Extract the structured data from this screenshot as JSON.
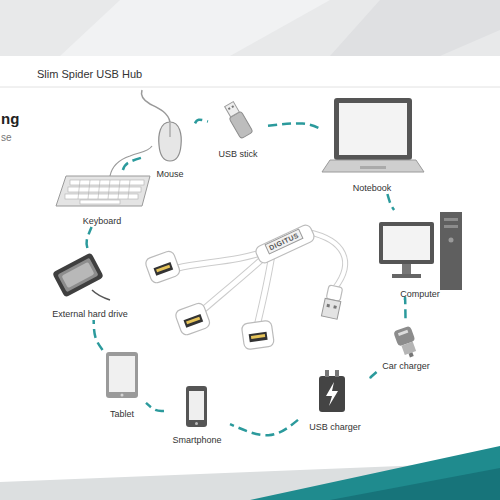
{
  "diagram": {
    "title": "Slim Spider USB Hub",
    "nodes": [
      {
        "text": [
          "Mouse"
        ]
      },
      {
        "text": [
          "USB stick"
        ]
      },
      {
        "text": [
          "Notebook"
        ]
      },
      {
        "text": [
          "Computer"
        ]
      },
      {
        "text": [
          "Car charger"
        ]
      },
      {
        "text": [
          "USB charger"
        ]
      },
      {
        "text": [
          "Smartphone"
        ]
      },
      {
        "text": [
          "Tablet"
        ]
      },
      {
        "text": [
          "External hard drive"
        ]
      },
      {
        "text": [
          "Keyboard"
        ]
      }
    ],
    "edges": [
      {
        "from": 0,
        "to": 1,
        "arrow": "none"
      },
      {
        "from": 1,
        "to": 2,
        "arrow": "none"
      },
      {
        "from": 2,
        "to": 3,
        "arrow": "none"
      },
      {
        "from": 3,
        "to": 4,
        "arrow": "none"
      },
      {
        "from": 4,
        "to": 5,
        "arrow": "none"
      },
      {
        "from": 5,
        "to": 6,
        "arrow": "none"
      },
      {
        "from": 6,
        "to": 7,
        "arrow": "none"
      },
      {
        "from": 7,
        "to": 8,
        "arrow": "none"
      },
      {
        "from": 8,
        "to": 9,
        "arrow": "none"
      },
      {
        "from": 9,
        "to": 0,
        "arrow": "none"
      }
    ],
    "labels": [
      "ng",
      "se",
      "DIGITUS"
    ]
  }
}
